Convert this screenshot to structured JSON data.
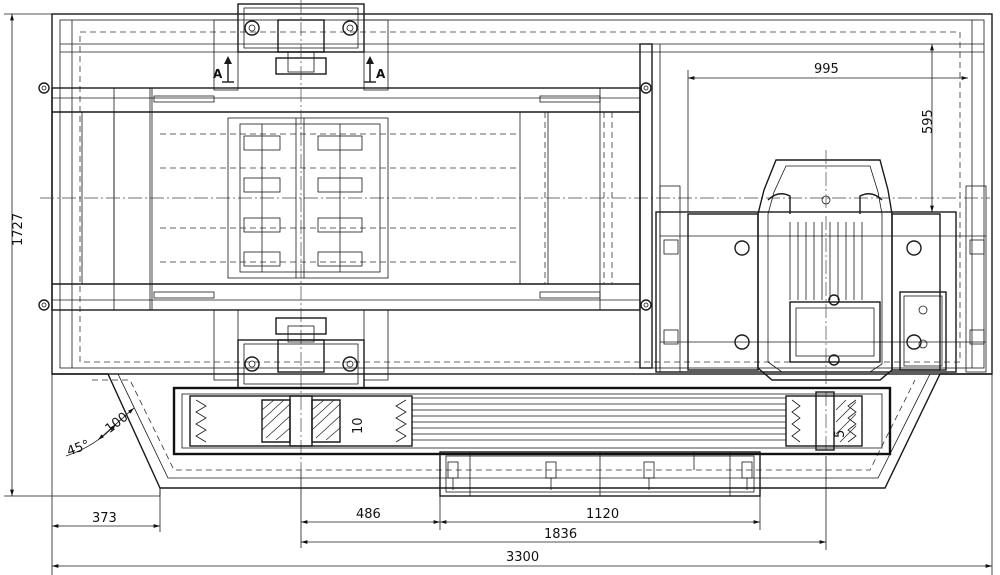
{
  "dimensions": {
    "d995": "995",
    "d595": "595",
    "d1727": "1727",
    "d373": "373",
    "d486": "486",
    "d1120": "1120",
    "d1836": "1836",
    "d3300": "3300",
    "d100": "100",
    "d45": "45°",
    "d10": "10",
    "d5": "5"
  },
  "section_marks": {
    "left": "A",
    "right": "A"
  }
}
